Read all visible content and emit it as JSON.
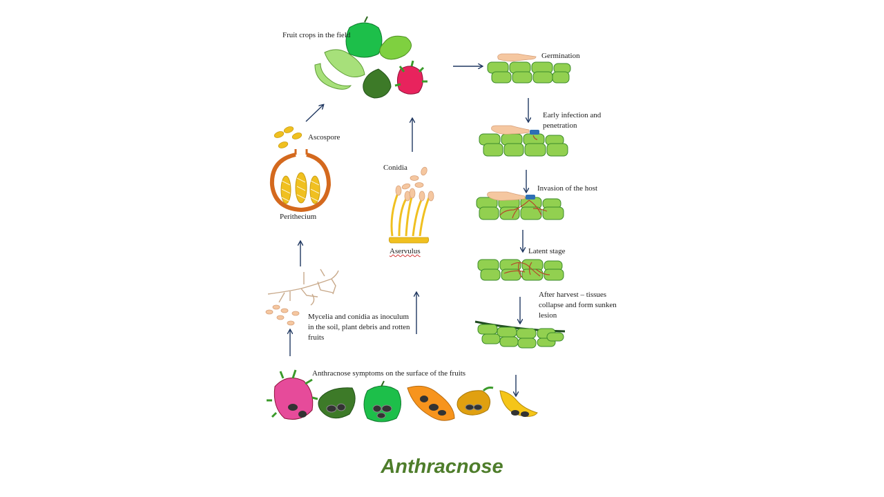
{
  "title": "Anthracnose",
  "labels": {
    "fruit_crops": "Fruit crops in the field",
    "ascospore": "Ascospore",
    "perithecium": "Perithecium",
    "conidia": "Conidia",
    "aservulus": "Aservulus",
    "germination": "Germination",
    "early_infection": "Early infection and penetration",
    "invasion": "Invasion of the host",
    "latent": "Latent stage",
    "after_harvest": "After harvest – tissues collapse and form sunken lesion",
    "mycelia": "Mycelia and conidia as inoculum in the soil, plant debris and rotten fruits",
    "symptoms": "Anthracnose symptoms on the surface of the fruits"
  },
  "colors": {
    "arrow": "#1f3760",
    "cell_fill": "#92d050",
    "cell_stroke": "#3a8a2a",
    "spore": "#f5c7a0",
    "hypha": "#b5462a",
    "appressorium": "#2e6fb5",
    "perithecium": "#d4691e",
    "ascospore": "#f0c020",
    "title": "#4e7d2b"
  }
}
